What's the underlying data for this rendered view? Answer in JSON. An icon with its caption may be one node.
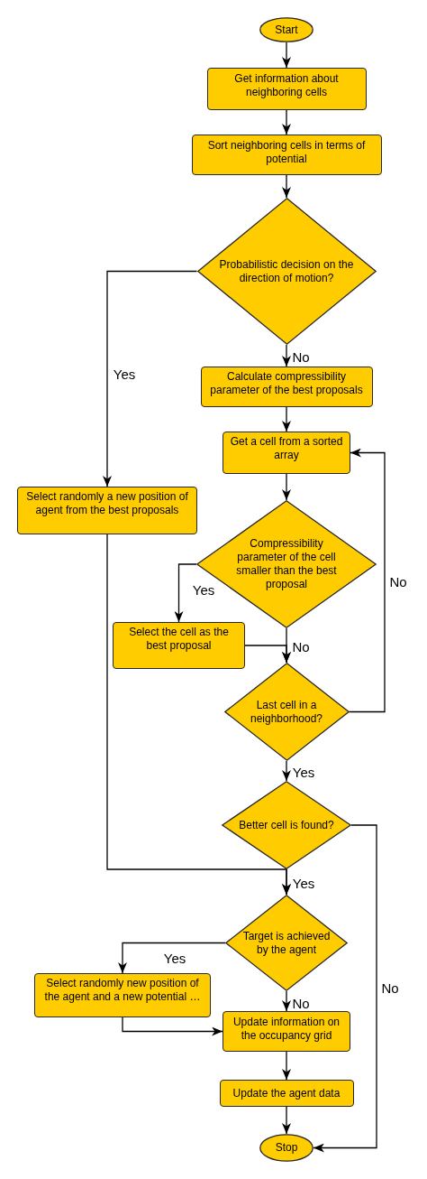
{
  "diagram": {
    "nodes": [
      {
        "text": [
          "Start"
        ]
      },
      {
        "text": [
          "Get information about neighboring cells"
        ]
      },
      {
        "text": [
          "Sort neighboring cells in terms of potential"
        ]
      },
      {
        "text": [
          "Probabilistic decision on the direction of motion?"
        ]
      },
      {
        "text": [
          "Calculate compressibility parameter of the best proposals"
        ]
      },
      {
        "text": [
          "Get a cell from a sorted array"
        ]
      },
      {
        "text": [
          "Select randomly a new position of agent from the best proposals"
        ]
      },
      {
        "text": [
          "Compressibility parameter of the cell smaller than the best proposal"
        ]
      },
      {
        "text": [
          "Select the cell as the best proposal"
        ]
      },
      {
        "text": [
          "Last cell in a neighborhood?"
        ]
      },
      {
        "text": [
          "Better cell is found?"
        ]
      },
      {
        "text": [
          "Target is achieved by the agent"
        ]
      },
      {
        "text": [
          "Select randomly new position of the agent and a new potential …"
        ]
      },
      {
        "text": [
          "Update information on the occupancy grid"
        ]
      },
      {
        "text": [
          "Update the agent data"
        ]
      },
      {
        "text": [
          "Stop"
        ]
      }
    ],
    "edges": [
      {
        "from": 0,
        "to": 1,
        "arrow": "to"
      },
      {
        "from": 1,
        "to": 2,
        "arrow": "to"
      },
      {
        "from": 2,
        "to": 3,
        "arrow": "to"
      },
      {
        "from": 3,
        "to": 4,
        "arrow": "to",
        "label": "No"
      },
      {
        "from": 3,
        "to": 6,
        "arrow": "to",
        "label": "Yes"
      },
      {
        "from": 4,
        "to": 5,
        "arrow": "to"
      },
      {
        "from": 5,
        "to": 7,
        "arrow": "to"
      },
      {
        "from": 7,
        "to": 8,
        "arrow": "to",
        "label": "Yes"
      },
      {
        "from": 7,
        "to": 9,
        "arrow": "to",
        "label": "No"
      },
      {
        "from": 8,
        "to": 9,
        "arrow": "to"
      },
      {
        "from": 9,
        "to": 5,
        "arrow": "to",
        "label": "No"
      },
      {
        "from": 9,
        "to": 10,
        "arrow": "to",
        "label": "Yes"
      },
      {
        "from": 10,
        "to": 11,
        "arrow": "to",
        "label": "Yes"
      },
      {
        "from": 6,
        "to": 11,
        "arrow": "to"
      },
      {
        "from": 10,
        "to": 15,
        "arrow": "to",
        "label": "No"
      },
      {
        "from": 11,
        "to": 12,
        "arrow": "to",
        "label": "Yes"
      },
      {
        "from": 11,
        "to": 13,
        "arrow": "to",
        "label": "No"
      },
      {
        "from": 12,
        "to": 13,
        "arrow": "to"
      },
      {
        "from": 13,
        "to": 14,
        "arrow": "to"
      },
      {
        "from": 14,
        "to": 15,
        "arrow": "to"
      }
    ]
  }
}
